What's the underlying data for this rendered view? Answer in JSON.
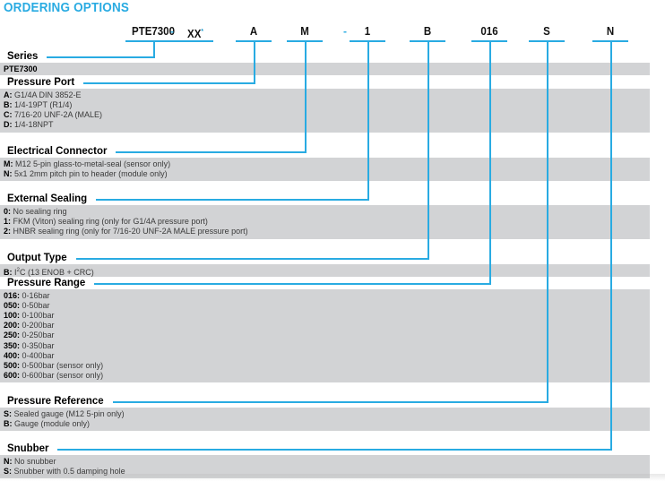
{
  "title": "ORDERING OPTIONS",
  "code": {
    "tokens": [
      {
        "text": "PTE7300",
        "sup": ""
      },
      {
        "text": "XX",
        "sup": "*"
      },
      {
        "text": "A",
        "sup": ""
      },
      {
        "text": "M",
        "sup": ""
      },
      {
        "text": "1",
        "sup": ""
      },
      {
        "text": "B",
        "sup": ""
      },
      {
        "text": "016",
        "sup": ""
      },
      {
        "text": "S",
        "sup": ""
      },
      {
        "text": "N",
        "sup": ""
      }
    ],
    "separators": [
      "-",
      "-"
    ]
  },
  "sections": [
    {
      "heading": "Series",
      "options": [
        {
          "code": "PTE7300",
          "desc": ""
        }
      ]
    },
    {
      "heading": "Pressure Port",
      "options": [
        {
          "code": "A:",
          "desc": "G1/4A DIN 3852-E"
        },
        {
          "code": "B:",
          "desc": "1/4-19PT (R1/4)"
        },
        {
          "code": "C:",
          "desc": "7/16-20 UNF-2A (MALE)"
        },
        {
          "code": "D:",
          "desc": "1/4-18NPT"
        }
      ]
    },
    {
      "heading": "Electrical Connector",
      "options": [
        {
          "code": "M:",
          "desc": "M12 5-pin glass-to-metal-seal (sensor only)"
        },
        {
          "code": "N:",
          "desc": "5x1 2mm pitch pin to header (module only)"
        }
      ]
    },
    {
      "heading": "External Sealing",
      "options": [
        {
          "code": "0:",
          "desc": "No sealing ring"
        },
        {
          "code": "1:",
          "desc": "FKM (Viton) sealing ring (only for G1/4A pressure port)"
        },
        {
          "code": "2:",
          "desc": "HNBR sealing ring (only for 7/16-20 UNF-2A MALE pressure port)"
        }
      ]
    },
    {
      "heading": "Output Type",
      "options": [
        {
          "code": "B:",
          "desc": "I2C (13 ENOB + CRC)",
          "desc_pre": "I",
          "desc_sup": "2",
          "desc_post": "C (13 ENOB + CRC)"
        }
      ]
    },
    {
      "heading": "Pressure Range",
      "options": [
        {
          "code": "016:",
          "desc": "0-16bar"
        },
        {
          "code": "050:",
          "desc": "0-50bar"
        },
        {
          "code": "100:",
          "desc": "0-100bar"
        },
        {
          "code": "200:",
          "desc": "0-200bar"
        },
        {
          "code": "250:",
          "desc": "0-250bar"
        },
        {
          "code": "350:",
          "desc": "0-350bar"
        },
        {
          "code": "400:",
          "desc": "0-400bar"
        },
        {
          "code": "500:",
          "desc": "0-500bar (sensor only)"
        },
        {
          "code": "600:",
          "desc": "0-600bar (sensor only)"
        }
      ]
    },
    {
      "heading": "Pressure Reference",
      "options": [
        {
          "code": "S:",
          "desc": "Sealed gauge (M12 5-pin only)"
        },
        {
          "code": "B:",
          "desc": "Gauge (module only)"
        }
      ]
    },
    {
      "heading": "Snubber",
      "options": [
        {
          "code": "N:",
          "desc": "No snubber"
        },
        {
          "code": "S:",
          "desc": "Snubber with 0.5 damping hole"
        }
      ]
    }
  ],
  "colors": {
    "accent": "#29abe2",
    "band": "#d2d3d5",
    "text": "#3a3a3a",
    "heading": "#000000"
  }
}
